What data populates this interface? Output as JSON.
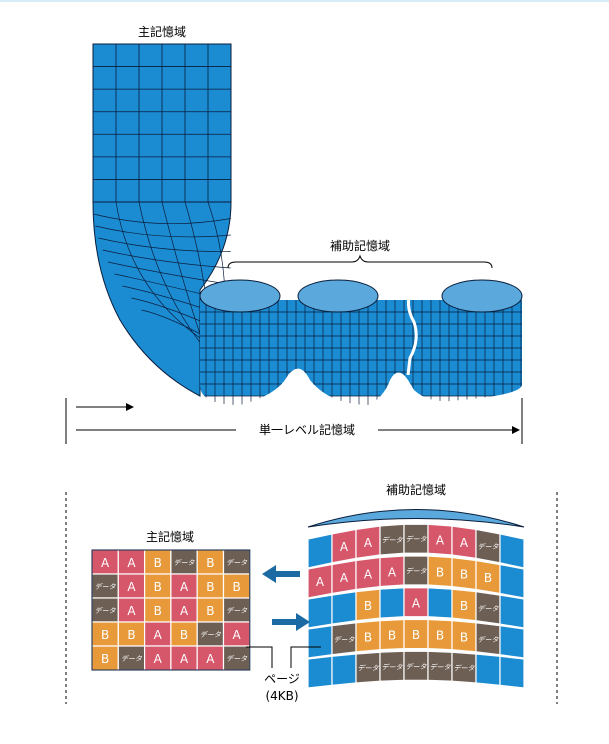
{
  "top": {
    "main_memory_label": "主記憶域",
    "aux_storage_label": "補助記憶域",
    "single_level_label": "単一レベル記憶域"
  },
  "bottom": {
    "main_memory_label": "主記憶域",
    "aux_storage_label": "補助記憶域",
    "page_label": "ページ",
    "page_size_label": "(4KB)"
  },
  "cell_text": {
    "A": "A",
    "B": "B",
    "data": "データ"
  },
  "main_grid": [
    [
      "A",
      "A",
      "B",
      "データ",
      "B",
      "データ"
    ],
    [
      "データ",
      "A",
      "B",
      "A",
      "B",
      "B"
    ],
    [
      "データ",
      "A",
      "B",
      "A",
      "B",
      "データ"
    ],
    [
      "B",
      "B",
      "A",
      "B",
      "データ",
      "A"
    ],
    [
      "B",
      "データ",
      "A",
      "A",
      "A",
      "データ"
    ]
  ],
  "aux_grid": [
    [
      "",
      "A",
      "A",
      "データ",
      "データ",
      "A",
      "A",
      "データ",
      ""
    ],
    [
      "A",
      "A",
      "A",
      "A",
      "データ",
      "B",
      "B",
      "B",
      ""
    ],
    [
      "",
      "",
      "B",
      "",
      "A",
      "",
      "B",
      "データ",
      ""
    ],
    [
      "",
      "データ",
      "B",
      "B",
      "B",
      "B",
      "B",
      "データ",
      ""
    ],
    [
      "",
      "",
      "データ",
      "データ",
      "データ",
      "データ",
      "データ",
      "",
      ""
    ]
  ],
  "colors": {
    "blue": "#1B8BD2",
    "blue_light": "#5BA8DC",
    "A": "#D6566A",
    "B": "#E89A3A",
    "data": "#6E5F55",
    "arrow": "#1B6AA3",
    "grid_line": "#0a1e3c"
  }
}
